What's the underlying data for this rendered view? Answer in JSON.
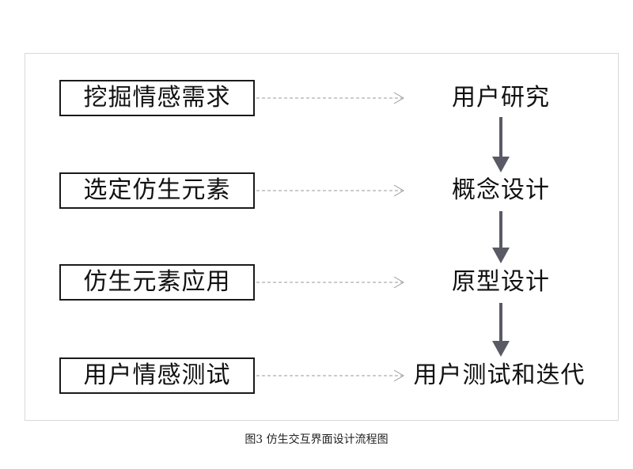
{
  "diagram": {
    "left_steps": [
      {
        "label": "挖掘情感需求"
      },
      {
        "label": "选定仿生元素"
      },
      {
        "label": "仿生元素应用"
      },
      {
        "label": "用户情感测试"
      }
    ],
    "right_stages": [
      {
        "label": "用户研究"
      },
      {
        "label": "概念设计"
      },
      {
        "label": "原型设计"
      },
      {
        "label": "用户测试和迭代"
      }
    ],
    "caption": "图3 仿生交互界面设计流程图"
  }
}
